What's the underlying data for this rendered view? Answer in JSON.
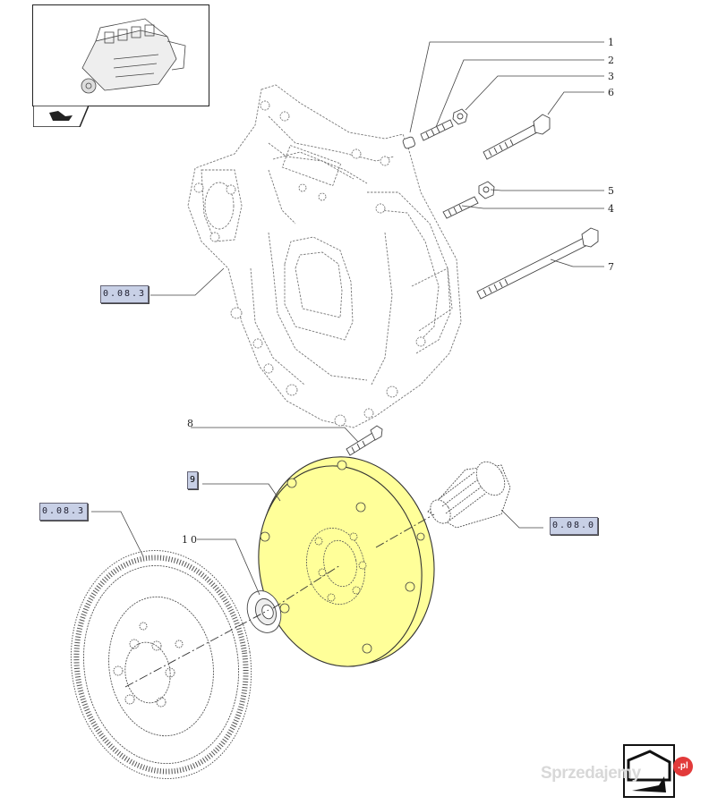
{
  "diagram": {
    "callouts": [
      "1",
      "2",
      "3",
      "6",
      "5",
      "4",
      "7",
      "8",
      "10"
    ],
    "highlight_part_label": "9",
    "reference_boxes": [
      "0.08.3",
      "0.08.3",
      "0.08.0"
    ],
    "highlight_color": "#ffff99"
  },
  "watermark": {
    "text": "Sprzedajemy",
    "badge": ".pl"
  }
}
